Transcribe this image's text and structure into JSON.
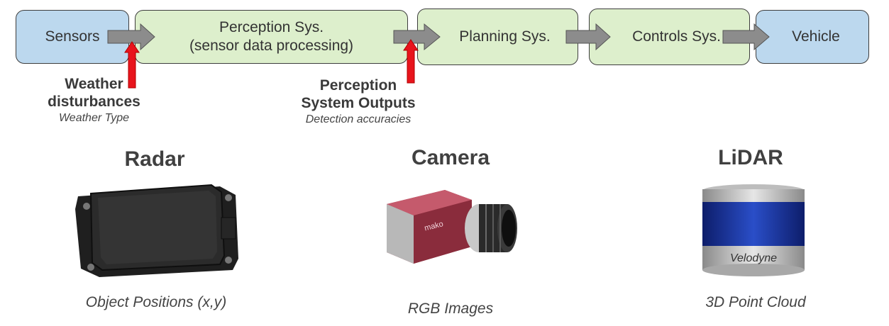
{
  "flow": {
    "sensors": "Sensors",
    "perception": "Perception Sys.\n(sensor data processing)",
    "planning": "Planning Sys.",
    "controls": "Controls Sys.",
    "vehicle": "Vehicle"
  },
  "annotations": {
    "weather_title": "Weather\ndisturbances",
    "weather_sub": "Weather Type",
    "perception_title": "Perception\nSystem Outputs",
    "perception_sub": "Detection accuracies"
  },
  "sensors": [
    {
      "title": "Radar",
      "desc": "Object Positions (x,y)"
    },
    {
      "title": "Camera",
      "desc": "RGB Images"
    },
    {
      "title": "LiDAR",
      "desc": "3D Point Cloud"
    }
  ],
  "camera_brand": "mako",
  "lidar_brand": "Velodyne",
  "colors": {
    "blue_box": "#bcd8ee",
    "green_box": "#ddefcc",
    "arrow_gray": "#8c8c8c",
    "arrow_red": "#e8141c"
  }
}
